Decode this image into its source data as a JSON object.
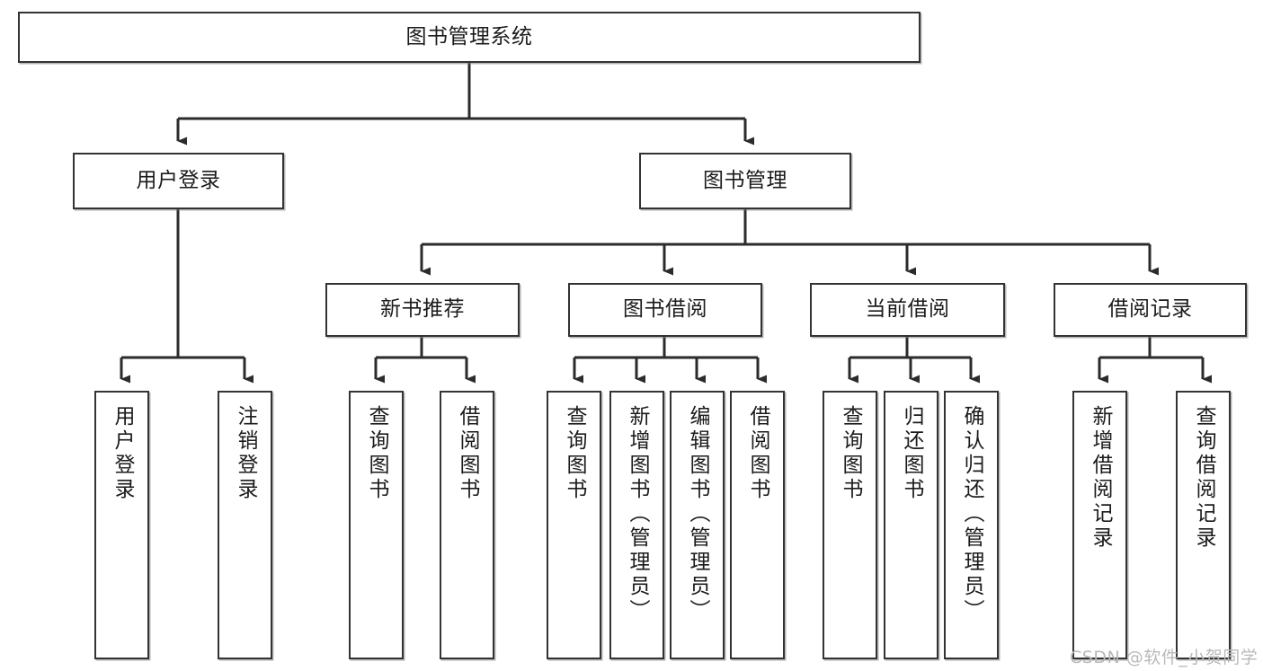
{
  "diagram": {
    "type": "tree-hierarchy-chart",
    "title_node": {
      "id": "root",
      "label": "图书管理系统"
    },
    "level2": [
      {
        "id": "user-login",
        "label": "用户登录"
      },
      {
        "id": "book-management",
        "label": "图书管理"
      }
    ],
    "level3": [
      {
        "id": "new-book-recommend",
        "label": "新书推荐",
        "parent": "book-management"
      },
      {
        "id": "book-borrow",
        "label": "图书借阅",
        "parent": "book-management"
      },
      {
        "id": "current-borrow",
        "label": "当前借阅",
        "parent": "book-management"
      },
      {
        "id": "borrow-record",
        "label": "借阅记录",
        "parent": "book-management"
      }
    ],
    "leaves": {
      "user_login": [
        {
          "id": "leaf-user-login",
          "label": "用户登录"
        },
        {
          "id": "leaf-logout-login",
          "label": "注销登录"
        }
      ],
      "new_book_recommend": [
        {
          "id": "leaf-query-book-1",
          "label": "查询图书"
        },
        {
          "id": "leaf-borrow-book-1",
          "label": "借阅图书"
        }
      ],
      "book_borrow": [
        {
          "id": "leaf-query-book-2",
          "label": "查询图书"
        },
        {
          "id": "leaf-add-book",
          "label": "新增图书（管理员）"
        },
        {
          "id": "leaf-edit-book",
          "label": "编辑图书（管理员）"
        },
        {
          "id": "leaf-borrow-book-2",
          "label": "借阅图书"
        }
      ],
      "current_borrow": [
        {
          "id": "leaf-query-book-3",
          "label": "查询图书"
        },
        {
          "id": "leaf-return-book",
          "label": "归还图书"
        },
        {
          "id": "leaf-confirm-return",
          "label": "确认归还（管理员）"
        }
      ],
      "borrow_record": [
        {
          "id": "leaf-add-record",
          "label": "新增借阅记录"
        },
        {
          "id": "leaf-query-record",
          "label": "查询借阅记录"
        }
      ]
    },
    "watermark": "CSDN @软件_小贺同学",
    "colors": {
      "stroke": "#333333",
      "fill": "#ffffff",
      "text": "#1b1b1b",
      "watermark": "#b9b9b9"
    }
  }
}
